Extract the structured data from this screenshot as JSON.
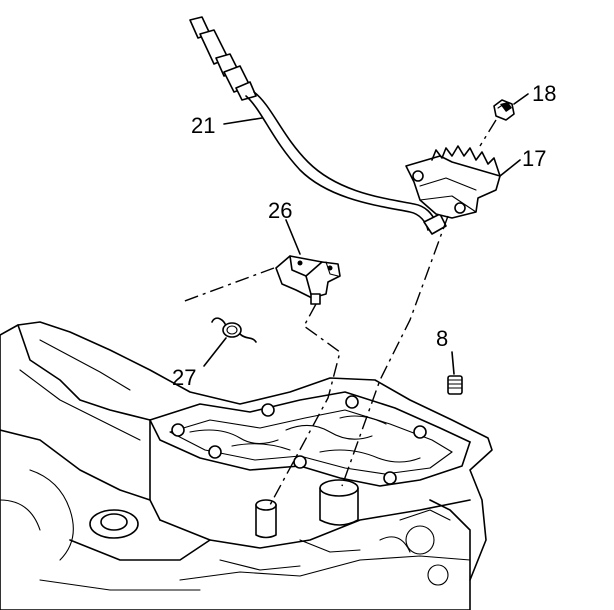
{
  "callouts": {
    "c21": "21",
    "c18": "18",
    "c17": "17",
    "c26": "26",
    "c27": "27",
    "c8": "8"
  }
}
